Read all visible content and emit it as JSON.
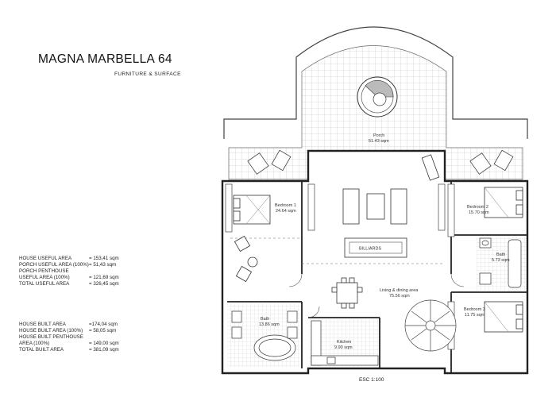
{
  "header": {
    "title": "MAGNA MARBELLA  64",
    "subtitle": "FURNITURE & SURFACE"
  },
  "useful_areas": [
    {
      "label": "HOUSE USEFUL AREA",
      "value": "= 153,41 sqm"
    },
    {
      "label": "PORCH USEFUL AREA (100%)",
      "value": "= 51,43 sqm"
    },
    {
      "label": "PORCH PENTHOUSE",
      "value": ""
    },
    {
      "label": "USEFUL AREA (100%)",
      "value": "= 121,69 sqm"
    },
    {
      "label": "TOTAL USEFUL AREA",
      "value": "= 326,45 sqm"
    }
  ],
  "built_areas": [
    {
      "label": "HOUSE BUILT AREA",
      "value": "=174,04 sqm"
    },
    {
      "label": "HOUSE BUILT AREA (100%)",
      "value": "= 58,05 sqm"
    },
    {
      "label": "HOUSE BUILT PENTHOUSE",
      "value": ""
    },
    {
      "label": "AREA (100%)",
      "value": "= 149,00 sqm"
    },
    {
      "label": "TOTAL BUILT AREA",
      "value": "= 381,09 sqm"
    }
  ],
  "scale": "ESC  1:100",
  "rooms": {
    "porch": {
      "name": "Porch",
      "area": "51.43 sqm"
    },
    "bedroom1": {
      "name": "Bedroom 1",
      "area": "24.64 sqm"
    },
    "bedroom2": {
      "name": "Bedroom 2",
      "area": "15.70 sqm"
    },
    "bath_right": {
      "name": "Bath",
      "area": "5.73 sqm"
    },
    "living": {
      "name": "Living & dining area",
      "area": "75.56 sqm"
    },
    "bedroom3": {
      "name": "Bedroom 3",
      "area": "11.75 sqm"
    },
    "bath_left": {
      "name": "Bath",
      "area": "13.86 sqm"
    },
    "kitchen": {
      "name": "Kitchen",
      "area": "9.90 sqm"
    },
    "billiards": "BILLIARDS"
  }
}
